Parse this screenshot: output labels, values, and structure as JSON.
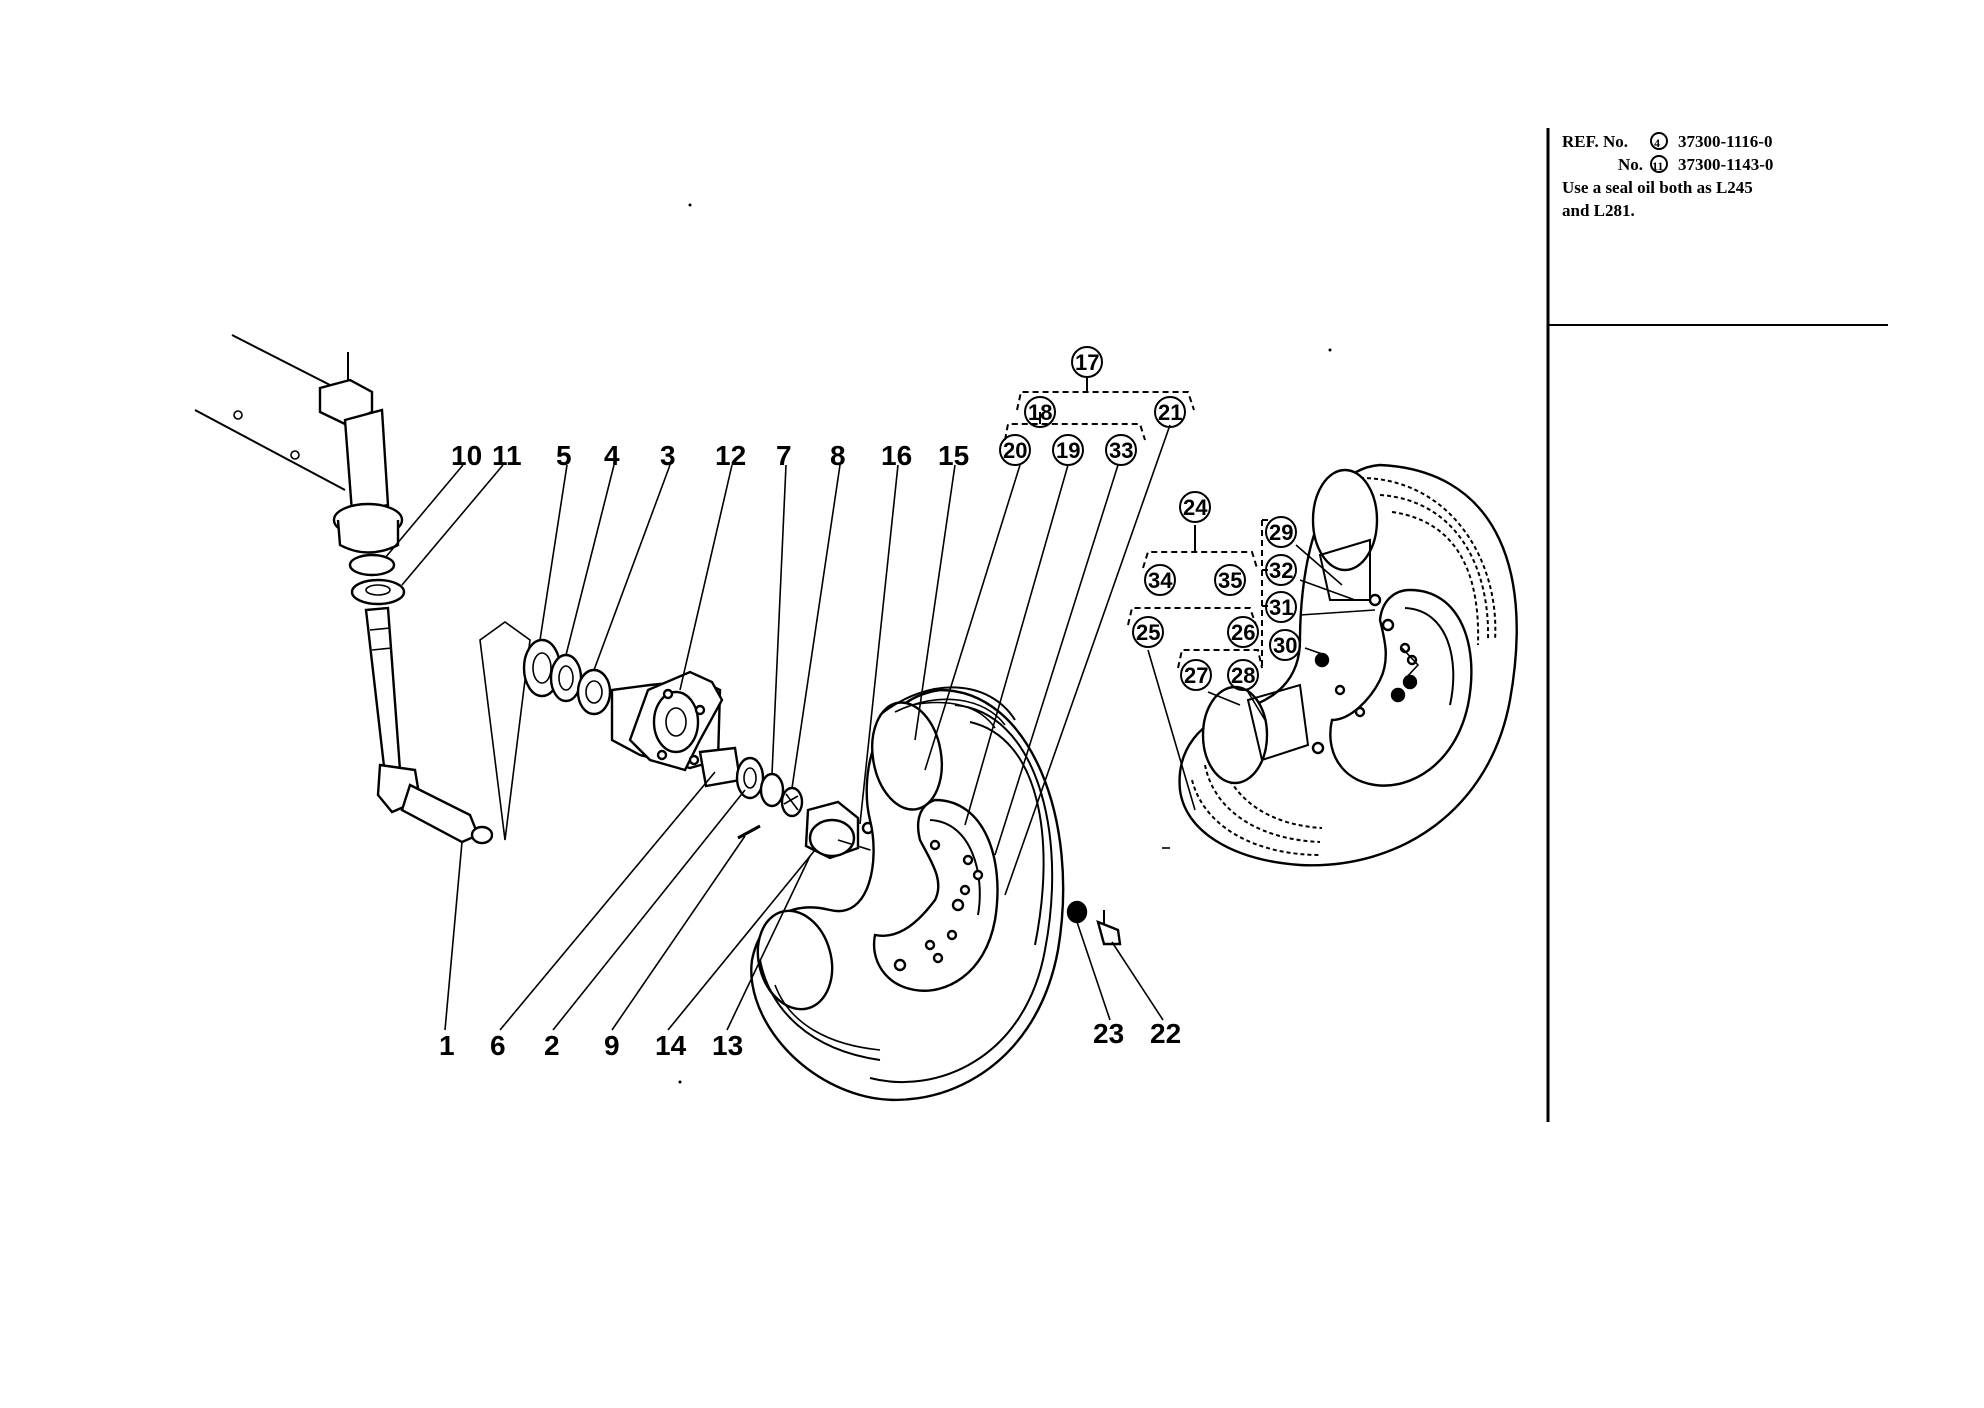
{
  "callouts": {
    "p1": "1",
    "p2": "2",
    "p3": "3",
    "p4": "4",
    "p5": "5",
    "p6": "6",
    "p7": "7",
    "p8": "8",
    "p9": "9",
    "p10": "10",
    "p11": "11",
    "p12": "12",
    "p13": "13",
    "p14": "14",
    "p15": "15",
    "p16": "16",
    "p17": "17",
    "p18": "18",
    "p19": "19",
    "p20": "20",
    "p21": "21",
    "p22": "22",
    "p23": "23",
    "p24": "24",
    "p25": "25",
    "p26": "26",
    "p27": "27",
    "p28": "28",
    "p29": "29",
    "p30": "30",
    "p31": "31",
    "p32": "32",
    "p33": "33",
    "p34": "34",
    "p35": "35"
  },
  "note": {
    "line1_prefix": "REF. No.",
    "line1_ref": "4",
    "line1_part": "37300-1116-0",
    "line2_prefix": "No.",
    "line2_ref": "11",
    "line2_part": "37300-1143-0",
    "line3": "Use a seal oil both as L245",
    "line4": "and L281."
  }
}
